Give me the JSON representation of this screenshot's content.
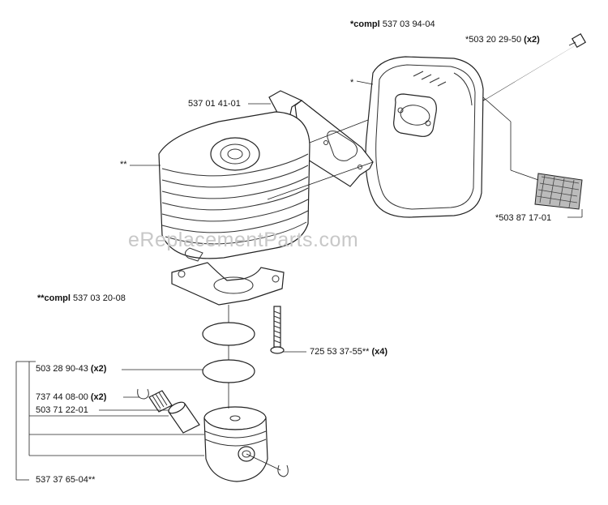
{
  "watermark": "eReplacementParts.com",
  "labels": {
    "muffler_compl": {
      "prefix": "*compl",
      "text": " 537 03 94-04"
    },
    "bolt": {
      "text": "*503 20 29-50 ",
      "qty": "(x2)"
    },
    "muffler_star": {
      "text": "*"
    },
    "gasket_bracket": {
      "text": "537 01 41-01"
    },
    "cylinder_star": {
      "text": "**"
    },
    "screen": {
      "text": "*503 87 17-01"
    },
    "cylinder_compl": {
      "prefix": "**compl",
      "text": " 537 03 20-08"
    },
    "screw": {
      "text": "725 53 37-55** ",
      "qty": "(x4)"
    },
    "rings": {
      "text": "503 28 90-43 ",
      "qty": "(x2)"
    },
    "circlip": {
      "text": "737 44 08-00 ",
      "qty": "(x2)"
    },
    "bearing": {
      "text": "503 71 22-01"
    },
    "piston": {
      "text": "537 37 65-04**"
    }
  }
}
